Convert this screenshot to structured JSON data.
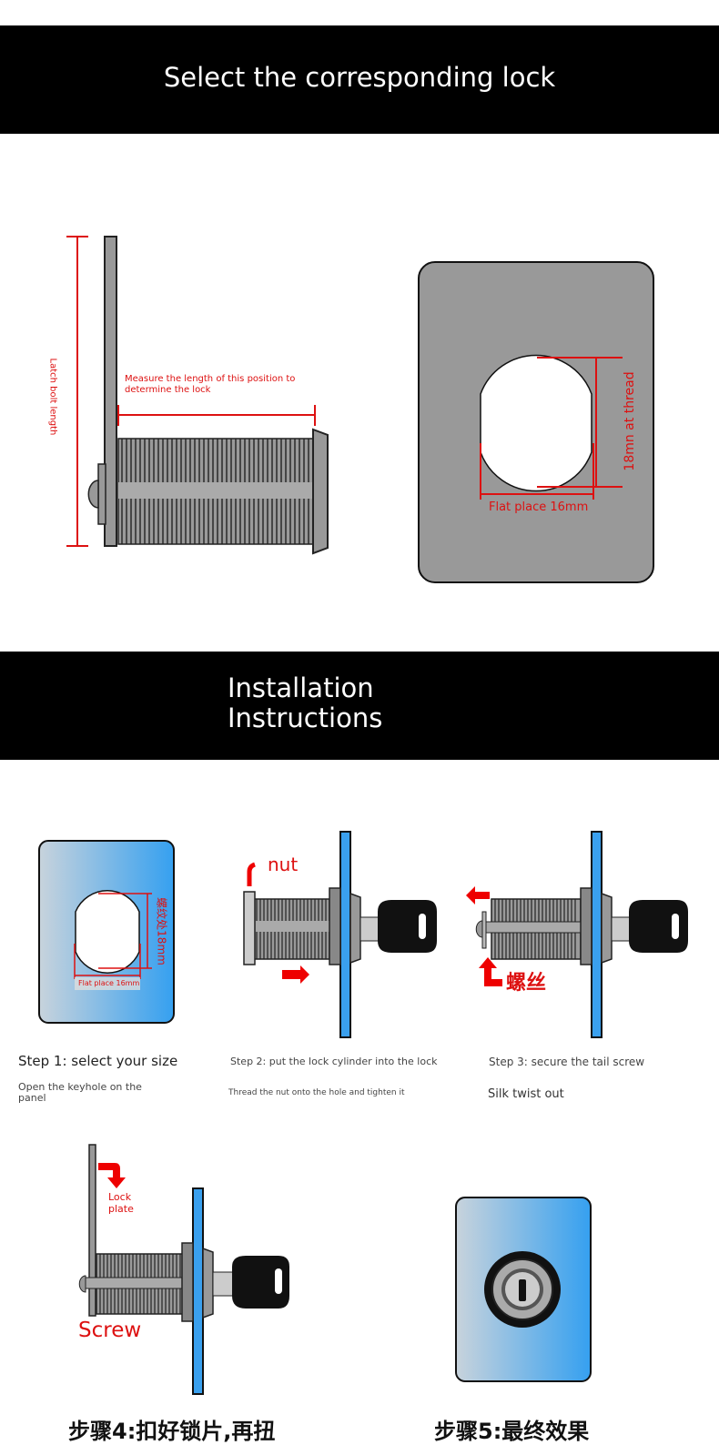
{
  "header1": {
    "title": "Select the corresponding lock"
  },
  "header2": {
    "line1": "Installation",
    "line2": "Instructions"
  },
  "diagram_side": {
    "vertical_label": "Latch bolt length",
    "measure_note": "Measure the length of this position to determine the lock"
  },
  "diagram_front": {
    "thread_label": "18mn at thread",
    "flat_label": "Flat place 16mm"
  },
  "step1": {
    "title": "Step 1: select your size",
    "desc": "Open the keyhole on the panel",
    "thread_label": "螺纹处18mm",
    "flat_label": "Flat place 16mm"
  },
  "step2": {
    "title": "Step 2: put the lock cylinder into the lock",
    "desc": "Thread the nut onto the hole and tighten it",
    "nut_label": "nut"
  },
  "step3": {
    "title": "Step 3: secure the tail screw",
    "desc": "Silk twist out",
    "screw_label": "螺丝"
  },
  "step4": {
    "lock_plate_line1": "Lock",
    "lock_plate_line2": "plate",
    "screw_label": "Screw",
    "caption": "步骤4:扣好锁片,再扭"
  },
  "step5": {
    "caption": "步骤5:最终效果"
  },
  "colors": {
    "red": "#dd1111",
    "blue": "#3aa0ee",
    "gray": "#9a9a9a",
    "band": "#000000"
  }
}
